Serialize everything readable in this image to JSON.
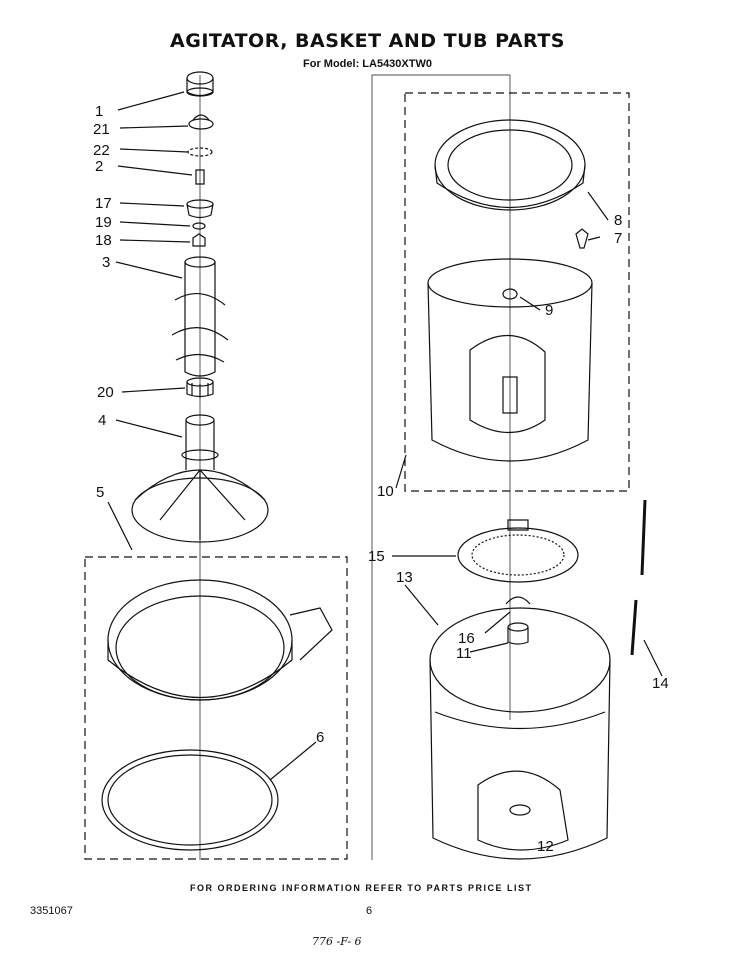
{
  "header": {
    "title": "AGITATOR, BASKET AND TUB PARTS",
    "subtitle": "For Model: LA5430XTW0"
  },
  "callouts": {
    "c1": "1",
    "c21": "21",
    "c22": "22",
    "c2": "2",
    "c17": "17",
    "c19": "19",
    "c18": "18",
    "c3": "3",
    "c20": "20",
    "c4": "4",
    "c5": "5",
    "c6": "6",
    "c8": "8",
    "c7": "7",
    "c9": "9",
    "c10": "10",
    "c15": "15",
    "c13": "13",
    "c16": "16",
    "c11": "11",
    "c14": "14",
    "c12": "12"
  },
  "footer": {
    "note": "FOR ORDERING INFORMATION REFER TO PARTS PRICE LIST",
    "doc_code": "3351067",
    "page": "6",
    "handwritten": "776 -F- 6"
  }
}
